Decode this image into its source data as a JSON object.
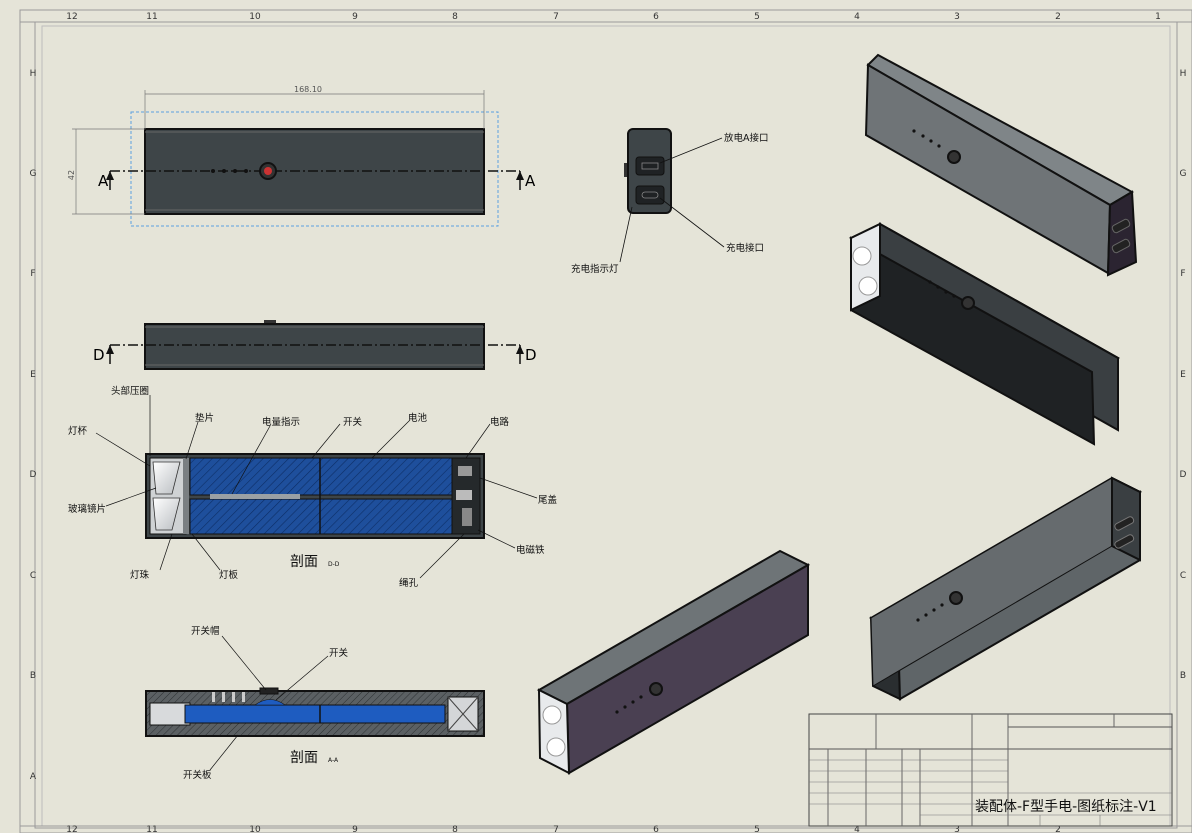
{
  "zones": {
    "columns": [
      "12",
      "11",
      "10",
      "9",
      "8",
      "7",
      "6",
      "5",
      "4",
      "3",
      "2",
      "1"
    ],
    "rows": [
      "H",
      "G",
      "F",
      "E",
      "D",
      "C",
      "B",
      "A"
    ]
  },
  "dimensions": {
    "length": "168.10",
    "height": "42"
  },
  "section_marks": {
    "a": "A",
    "d": "D"
  },
  "callouts": {
    "discharge_port_a": "放电A接口",
    "charge_port": "充电接口",
    "charge_indicator": "充电指示灯",
    "head_ring": "头部压圈",
    "lamp_cup": "灯杯",
    "gasket": "垫片",
    "power_indicator": "电量指示",
    "switch": "开关",
    "battery": "电池",
    "circuit": "电路",
    "glass_lens": "玻璃镜片",
    "tail_cap": "尾盖",
    "led_bead": "灯珠",
    "lamp_board": "灯板",
    "magnet": "电磁铁",
    "rope_hole": "绳孔",
    "switch_cap": "开关帽",
    "switch2": "开关",
    "switch_board": "开关板"
  },
  "sections": {
    "dd_title": "剖面",
    "dd_suffix": "D-D",
    "aa_title": "剖面",
    "aa_suffix": "A-A"
  },
  "title_block": {
    "drawing_title": "装配体-F型手电-图纸标注-V1"
  },
  "colors": {
    "paper": "#e5e4d8",
    "body_dark": "#3e4548",
    "battery_blue": "#1e4f9c",
    "section_grey": "#5b6063"
  }
}
